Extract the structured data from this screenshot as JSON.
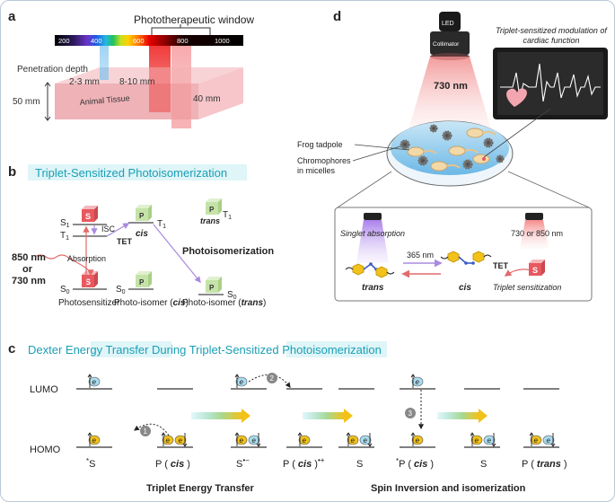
{
  "panels": {
    "a": "a",
    "b": "b",
    "c": "c",
    "d": "d"
  },
  "a": {
    "window_label": "Phototherapeutic window",
    "spectrum_ticks": [
      "200",
      "400",
      "600",
      "800",
      "1000"
    ],
    "penetration_label": "Penetration depth",
    "depth_1": "2-3 mm",
    "depth_2": "8-10 mm",
    "depth_3": "40 mm",
    "tissue_thickness": "50 mm",
    "tissue_label": "Animal Tissue"
  },
  "b": {
    "title": "Triplet-Sensitized Photoisomerization",
    "s1": "S",
    "s1_sub": "1",
    "t1": "T",
    "t1_sub": "1",
    "s0": "S",
    "s0_sub": "0",
    "isc": "ISC",
    "absorption": "Absorption",
    "wavelength_1": "850 nm",
    "or": "or",
    "wavelength_2": "730 nm",
    "tet": "TET",
    "cis": "cis",
    "trans": "trans",
    "sensitizer_letter": "S",
    "photoswitch_letter": "P",
    "photosensitizer": "Photosensitizer",
    "photo_isomer_cis_prefix": "Photo-isomer (",
    "photo_isomer_cis_word": "cis",
    "photo_isomer_trans_prefix": "Photo-isomer (",
    "photo_isomer_trans_word": "trans",
    "close_paren": ")",
    "photoisomerization": "Photoisomerization"
  },
  "c": {
    "title_part_1": "Dexter ",
    "title_part_2": "Energy Transfer",
    "title_part_3": "  During Triplet-Sensitized Photoisomerization",
    "lumo": "LUMO",
    "homo": "HOMO",
    "electron": "e",
    "step_1": "1",
    "step_2": "2",
    "step_3": "3",
    "labels": [
      "*S",
      "P ( cis )",
      "S•−",
      "P ( cis )•+",
      "S",
      "*P ( cis )",
      "S",
      "P ( trans )"
    ],
    "triplet_energy_transfer": "Triplet Energy Transfer",
    "spin_inversion": "Spin Inversion and isomerization"
  },
  "d": {
    "led": "LED",
    "collimator": "Collimator",
    "wavelength": "730 nm",
    "monitor_title_line_1": "Triplet-sensitized modulation of",
    "monitor_title_line_2": "cardiac function",
    "frog": "Frog tadpole",
    "chromophores_line_1": "Chromophores",
    "chromophores_line_2": "in micelles",
    "singlet_absorption": "Singlet absorption",
    "uv": "365 nm",
    "red_light": "730 or 850 nm",
    "tet": "TET",
    "trans": "trans",
    "cis": "cis",
    "sensitizer_letter": "S",
    "triplet_sensitization": "Triplet sensitization"
  },
  "colors": {
    "heading_cyan": "#1a9fb5",
    "highlight": "#dff5f8",
    "purple_arrow": "#a98ae0",
    "red_arrow": "#e36a6a",
    "tissue_pink": "#f2b8bd"
  }
}
